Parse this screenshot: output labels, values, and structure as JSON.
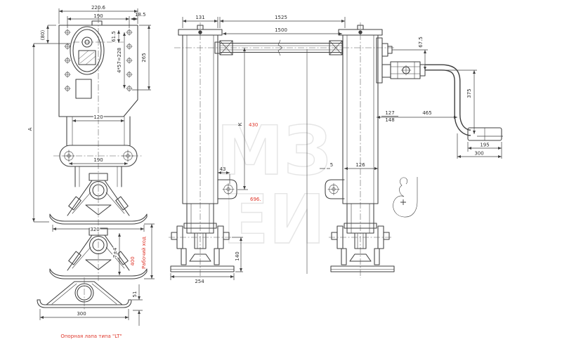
{
  "palette": {
    "line": "#3f3f3f",
    "red": "#df372b",
    "watermark": "#e5e5e5"
  },
  "front_view": {
    "d220_6": "220.6",
    "d190_top": "190",
    "d18_5": "18.5",
    "d80": "(80)",
    "d61_5": "61.5",
    "d4x57": "4*57=228",
    "d265": "265",
    "d120": "120",
    "d190_bracket": "190",
    "d320": "320",
    "dA": "A",
    "d7pm4": "7±4",
    "stroke_value": "400",
    "stroke_label": "Рабочий ход",
    "detail_d51": "51",
    "detail_d300": "300",
    "caption": "Опорная лапа типа \"LT\""
  },
  "assembly_view": {
    "d131": "131",
    "d1525": "1525",
    "d1500": "1500",
    "d67_5": "67.5",
    "d375": "375",
    "d465": "465",
    "d127": "127",
    "d148": "148",
    "d195": "195",
    "d300": "300",
    "d43": "43",
    "d5": "5",
    "d126": "126",
    "k_label": "К",
    "d430_red": "430",
    "d696_red": "696.",
    "d140": "140",
    "d254": "254"
  },
  "watermark": {
    "row1": "МЗ",
    "row2": "ЕИ"
  }
}
